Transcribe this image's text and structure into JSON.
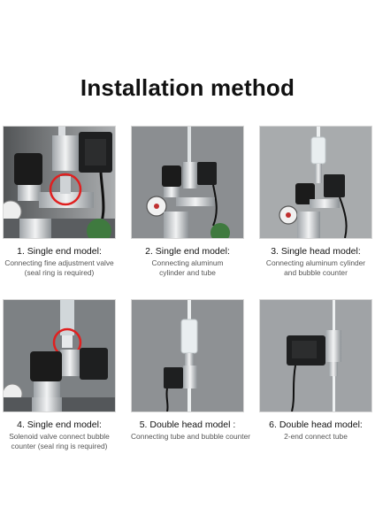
{
  "title": "Installation method",
  "steps": [
    {
      "title": "1. Single end model:",
      "desc": [
        "Connecting fine adjustment valve",
        "(seal ring is required)"
      ]
    },
    {
      "title": "2. Single end model:",
      "desc": [
        "Connecting aluminum",
        "cylinder and tube"
      ]
    },
    {
      "title": "3. Single head model:",
      "desc": [
        "Connecting aluminum cylinder",
        "and bubble counter"
      ]
    },
    {
      "title": "4. Single end model:",
      "desc": [
        "Solenoid valve connect bubble",
        "counter (seal ring is required)"
      ]
    },
    {
      "title": "5. Double head model  :",
      "desc": [
        "Connecting tube and bubble counter"
      ]
    },
    {
      "title": "6. Double head model:",
      "desc": [
        "2-end connect tube"
      ]
    }
  ],
  "colors": {
    "highlight_circle": "#e02020",
    "photo_bg": "#8a8d90",
    "metal": "#d9dcdf",
    "dark_part": "#1e1f20"
  }
}
